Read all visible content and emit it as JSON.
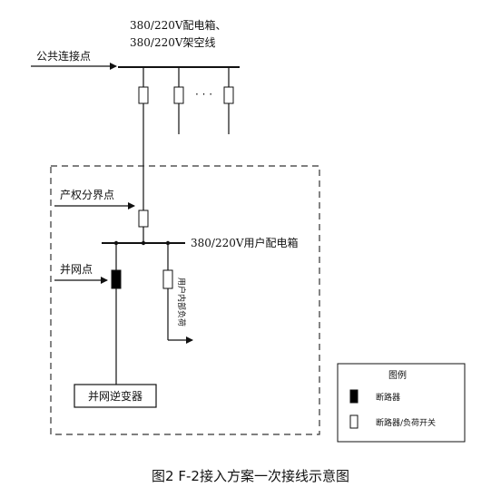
{
  "labels": {
    "bus_top_line1": "380/220V配电箱、",
    "bus_top_line2": "380/220V架空线",
    "pcc": "公共连接点",
    "dots": "· · ·",
    "property_boundary": "产权分界点",
    "user_box": "380/220V用户配电箱",
    "grid_point": "并网点",
    "internal_load": "用户内部负荷",
    "inverter": "并网逆变器",
    "legend_title": "图例",
    "legend_breaker": "断路器",
    "legend_breaker_load_switch": "断路器/负荷开关",
    "caption": "图2 F-2接入方案一次接线示意图"
  },
  "colors": {
    "line": "#111111",
    "dashed": "#333333",
    "fill_solid": "#000000",
    "fill_open": "#ffffff"
  }
}
